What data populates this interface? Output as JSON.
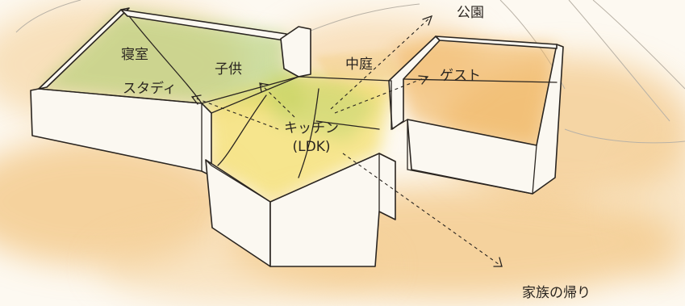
{
  "labels": {
    "bedroom": "寝室",
    "kids": "子供",
    "study": "スタディ",
    "courtyard": "中庭",
    "guest": "ゲスト",
    "park": "公園",
    "kitchen": "キッチン",
    "ldk": "(LDK)",
    "family_return": "家族の帰り"
  },
  "colors": {
    "paper": "#fdf9f1",
    "ochre": "#efb35a",
    "green": "#a9cc6c",
    "yellow": "#f4dc4e",
    "wall": "#fbf8f1",
    "ink": "#2a2520"
  }
}
